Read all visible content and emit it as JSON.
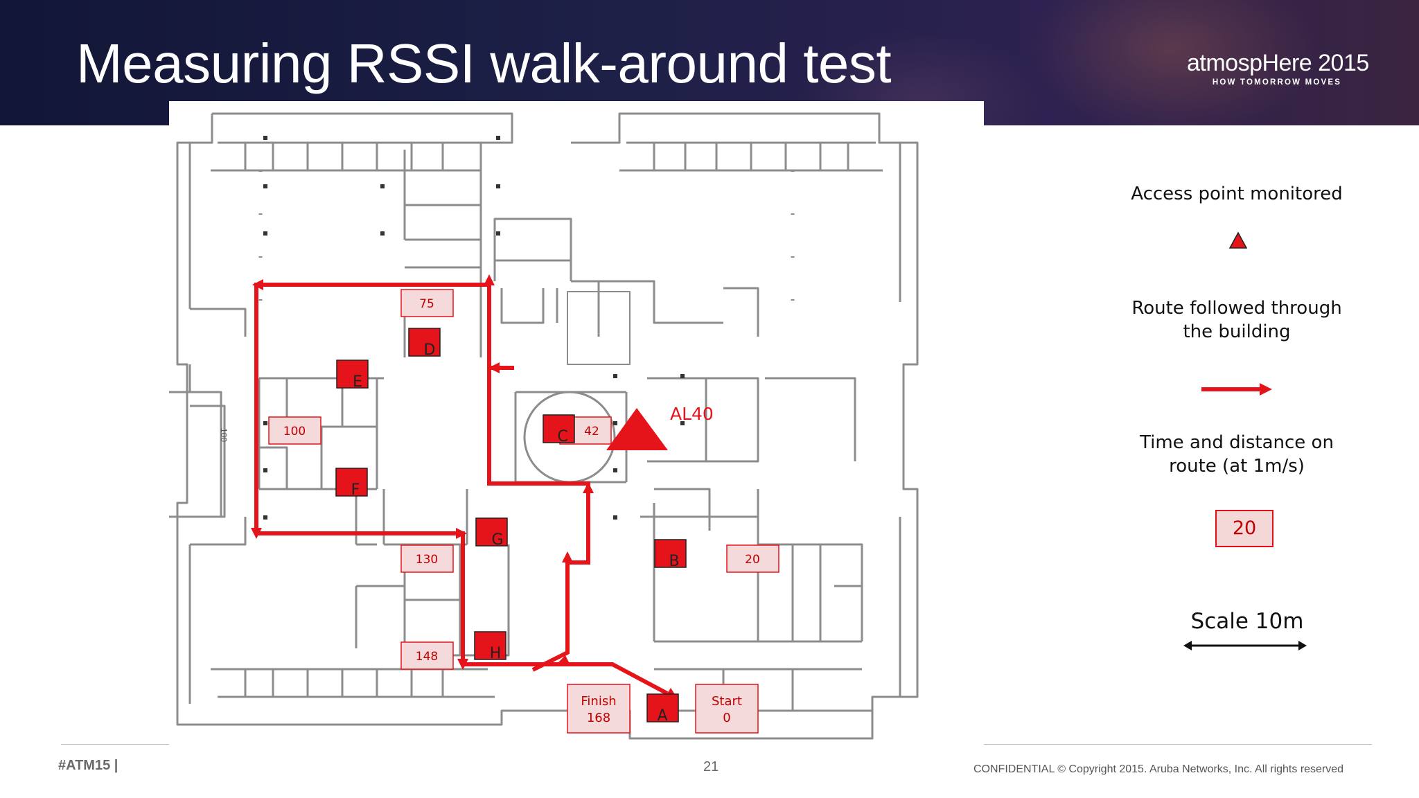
{
  "slide": {
    "title": "Measuring RSSI walk-around test",
    "logo": {
      "text": "atmospHere 2015",
      "tagline": "HOW TOMORROW MOVES"
    }
  },
  "floorplan": {
    "side_label": "100",
    "access_point": {
      "label": "AL40"
    },
    "checkpoints": [
      "A",
      "B",
      "C",
      "D",
      "E",
      "F",
      "G",
      "H"
    ],
    "route_times": {
      "t20": "20",
      "t42": "42",
      "t75": "75",
      "t100": "100",
      "t130": "130",
      "t148": "148",
      "start": {
        "label": "Start",
        "value": "0"
      },
      "finish": {
        "label": "Finish",
        "value": "168"
      }
    },
    "colors": {
      "route": "#e5141b",
      "label_fill": "#f4dada",
      "label_text": "#c00000",
      "wall": "#8c8c8c"
    }
  },
  "legend": {
    "access_point": "Access point monitored",
    "route": "Route followed through the building",
    "time": "Time and distance on route (at 1m/s)",
    "time_example": "20",
    "scale": "Scale 10m"
  },
  "footer": {
    "hashtag": "#ATM15 |",
    "page": "21",
    "confidential": "CONFIDENTIAL © Copyright 2015. Aruba Networks, Inc. All rights reserved"
  }
}
